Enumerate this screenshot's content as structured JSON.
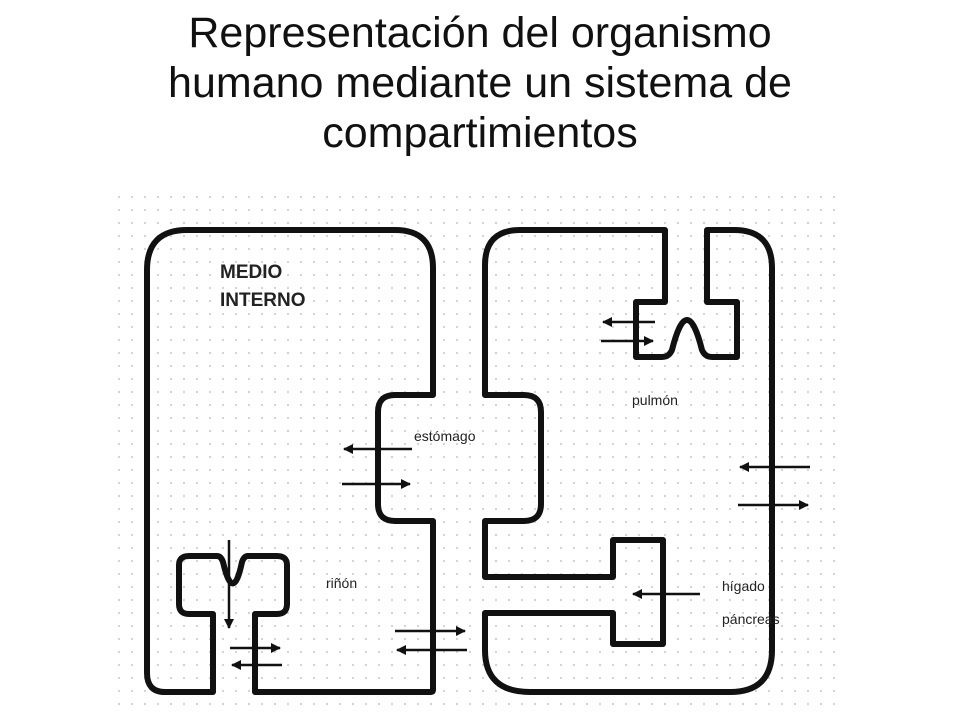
{
  "title": {
    "line1": "Representación del organismo",
    "line2": "humano mediante un sistema de",
    "line3": "compartimientos"
  },
  "diagram": {
    "medio_line1": "MEDIO",
    "medio_line2": "INTERNO",
    "estomago": "estómago",
    "pulmon": "pulmón",
    "rinon": "riñón",
    "higado": "hígado",
    "pancreas": "páncreas"
  },
  "colors": {
    "line": "#111111",
    "grid_dot": "#c8c8c8"
  }
}
